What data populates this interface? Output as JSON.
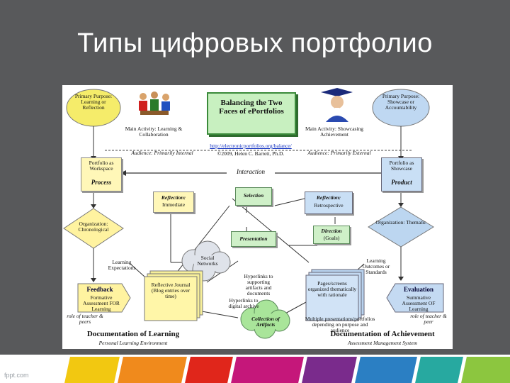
{
  "slide": {
    "title": "Типы цифровых портфолио",
    "watermark": "fppt.com"
  },
  "diagram": {
    "center_title": "Balancing the Two Faces of ePortfolios",
    "url": "http://electronicportfolios.org/balance/",
    "copyright": "©2009, Helen C. Barrett, Ph.D.",
    "interaction": "Interaction",
    "left_purpose": "Primary Purpose: Learning or Reflection",
    "right_purpose": "Primary Purpose: Showcase or Accountability",
    "left_activity": "Main Activity: Learning & Collaboration",
    "right_activity": "Main Activity: Showcasing Achievement",
    "left_audience": "Audience: Primarily Internal",
    "right_audience": "Audience: Primarily External",
    "workspace_label": "Portfolio as Workspace",
    "workspace_sub": "Process",
    "showcase_label": "Portfolio as Showcase",
    "showcase_sub": "Product",
    "reflection_immediate_title": "Reflection:",
    "reflection_immediate": "Immediate",
    "selection": "Selection",
    "reflection_retro_title": "Reflection:",
    "reflection_retro": "Retrospective",
    "direction_title": "Direction",
    "direction_sub": "(Goals)",
    "presentation": "Presentation",
    "org_chrono": "Organization: Chronological",
    "org_thematic": "Organization: Thematic",
    "social_networks": "Social Networks",
    "learning_expectations": "Learning Expectations",
    "learning_outcomes": "Learning Outcomes or Standards",
    "feedback_title": "Feedback",
    "feedback_sub": "Formative Assessment FOR Learning",
    "evaluation_title": "Evaluation",
    "evaluation_sub": "Summative Assessment OF Learning",
    "journal": "Reflective Journal (Blog entries over time)",
    "hyperlinks_docs": "Hyperlinks to supporting artifacts and documents",
    "hyperlinks_digital": "Hyperlinks to digital archive",
    "pages": "Pages/screens organized thematically with rationale",
    "role_left": "role of teacher & peers",
    "role_right": "role of teacher & peer",
    "collection": "Collection of Artifacts",
    "multiple": "Multiple presentations/portfolios depending on purpose and audience",
    "doc_learning": "Documentation of Learning",
    "doc_learning_sub": "Personal Learning Environment",
    "doc_achievement": "Documentation of Achievement",
    "doc_achievement_sub": "Assessment Management System"
  },
  "colors": {
    "background": "#58595b",
    "stripes": [
      "#f2c811",
      "#f08a1c",
      "#e0261b",
      "#c5177a",
      "#7a2b8c",
      "#2b7fc3",
      "#27a9a0",
      "#8cc63f"
    ]
  }
}
